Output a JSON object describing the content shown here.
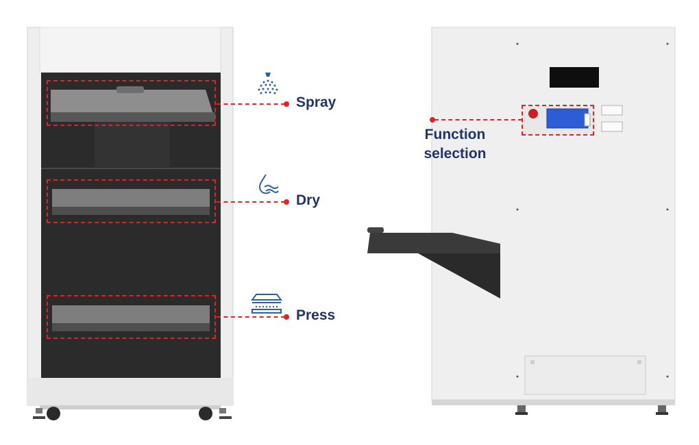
{
  "labels": {
    "spray": "Spray",
    "dry": "Dry",
    "press": "Press",
    "function_line1": "Function",
    "function_line2": "selection"
  },
  "icons": [
    "spray-icon",
    "dry-icon",
    "press-icon"
  ],
  "colors": {
    "accent_red": "#e02424",
    "label_navy": "#1f3468",
    "icon_blue": "#2a5fa8",
    "panel_screen": "#2e5bd6"
  }
}
